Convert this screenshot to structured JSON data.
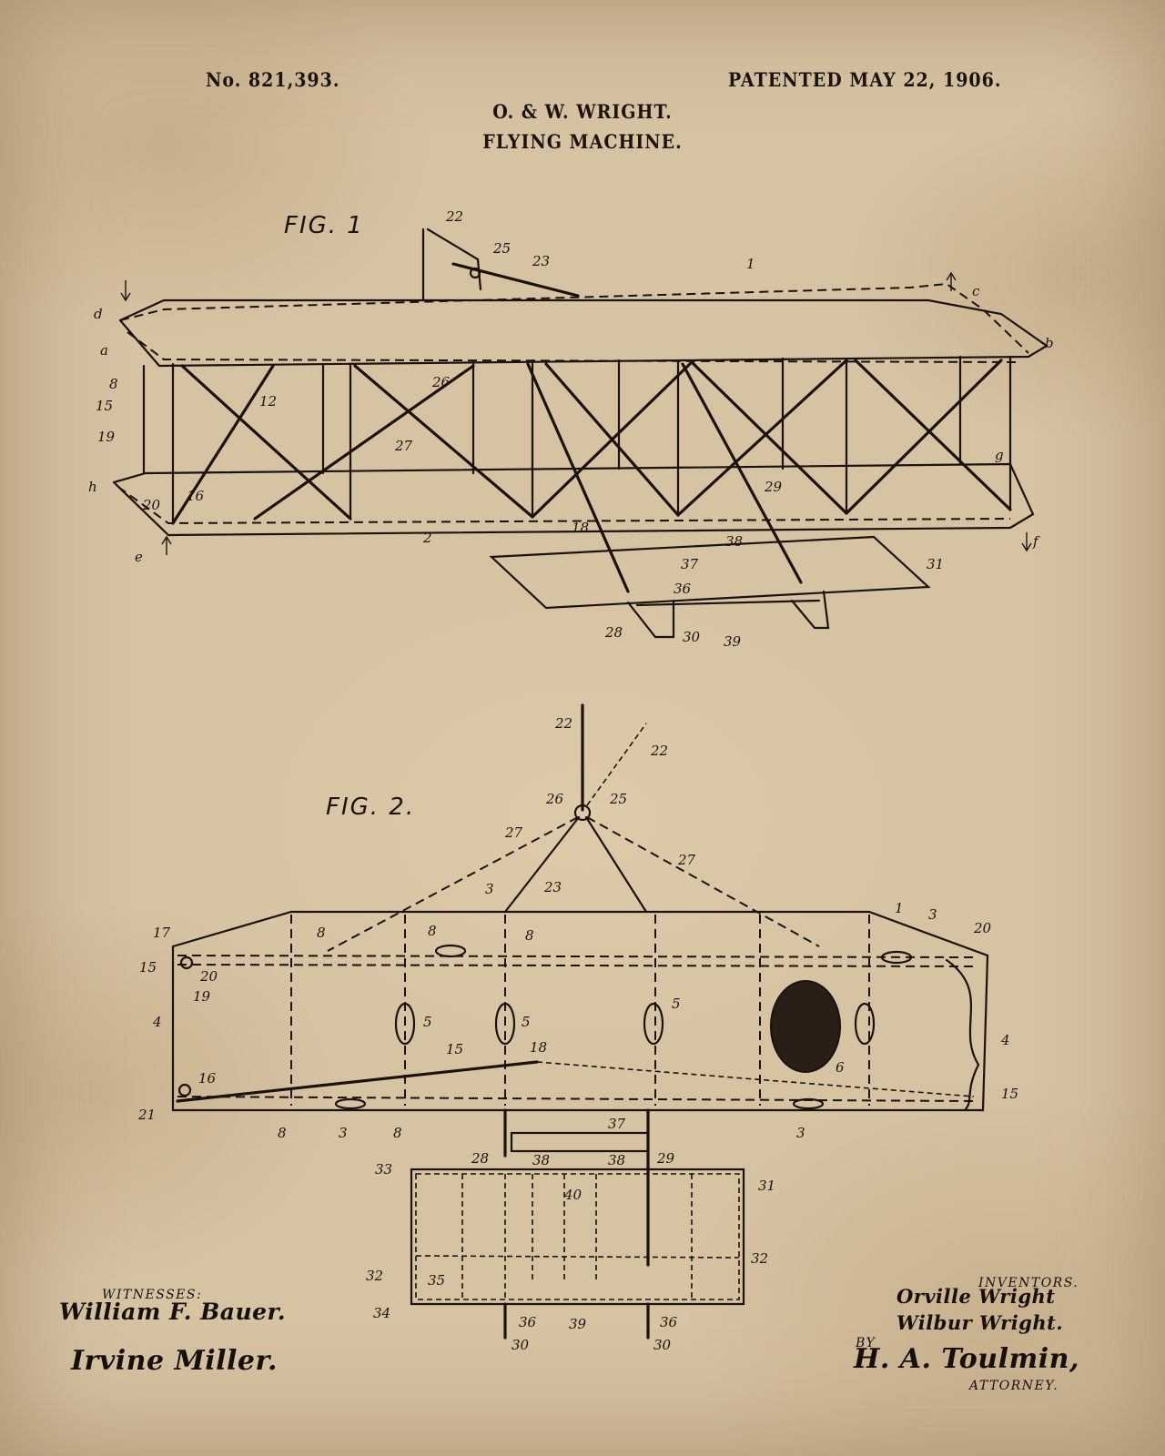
{
  "header": {
    "patent_number": "No. 821,393.",
    "patent_date": "PATENTED MAY 22, 1906.",
    "inventors_heading": "O. & W. WRIGHT.",
    "title": "FLYING MACHINE."
  },
  "figures": [
    {
      "label": "FIG. 1",
      "callouts": [
        "22",
        "25",
        "23",
        "1",
        "c",
        "b",
        "d",
        "a",
        "8",
        "15",
        "19",
        "h",
        "20",
        "16",
        "e",
        "12",
        "26",
        "27",
        "2",
        "18",
        "29",
        "38",
        "37",
        "36",
        "31",
        "28",
        "30",
        "39",
        "g",
        "f"
      ]
    },
    {
      "label": "FIG. 2.",
      "callouts": [
        "22",
        "22",
        "26",
        "25",
        "27",
        "27",
        "23",
        "3",
        "1",
        "3",
        "20",
        "17",
        "15",
        "20",
        "19",
        "4",
        "8",
        "8",
        "8",
        "5",
        "5",
        "5",
        "6",
        "18",
        "15",
        "16",
        "21",
        "8",
        "3",
        "8",
        "3",
        "4",
        "15",
        "37",
        "28",
        "38",
        "38",
        "29",
        "33",
        "31",
        "40",
        "32",
        "32",
        "35",
        "34",
        "36",
        "39",
        "36",
        "30",
        "30"
      ]
    }
  ],
  "witnesses": {
    "label": "WITNESSES:",
    "names": [
      "William F. Bauer.",
      "Irvine Miller."
    ]
  },
  "inventors": {
    "label": "INVENTORS.",
    "names": [
      "Orville Wright",
      "Wilbur Wright."
    ]
  },
  "attorney": {
    "by_label": "BY",
    "signature": "H. A. Toulmin,",
    "label": "ATTORNEY."
  },
  "colors": {
    "paper": "#d6c3a2",
    "ink": "#1a130d"
  }
}
